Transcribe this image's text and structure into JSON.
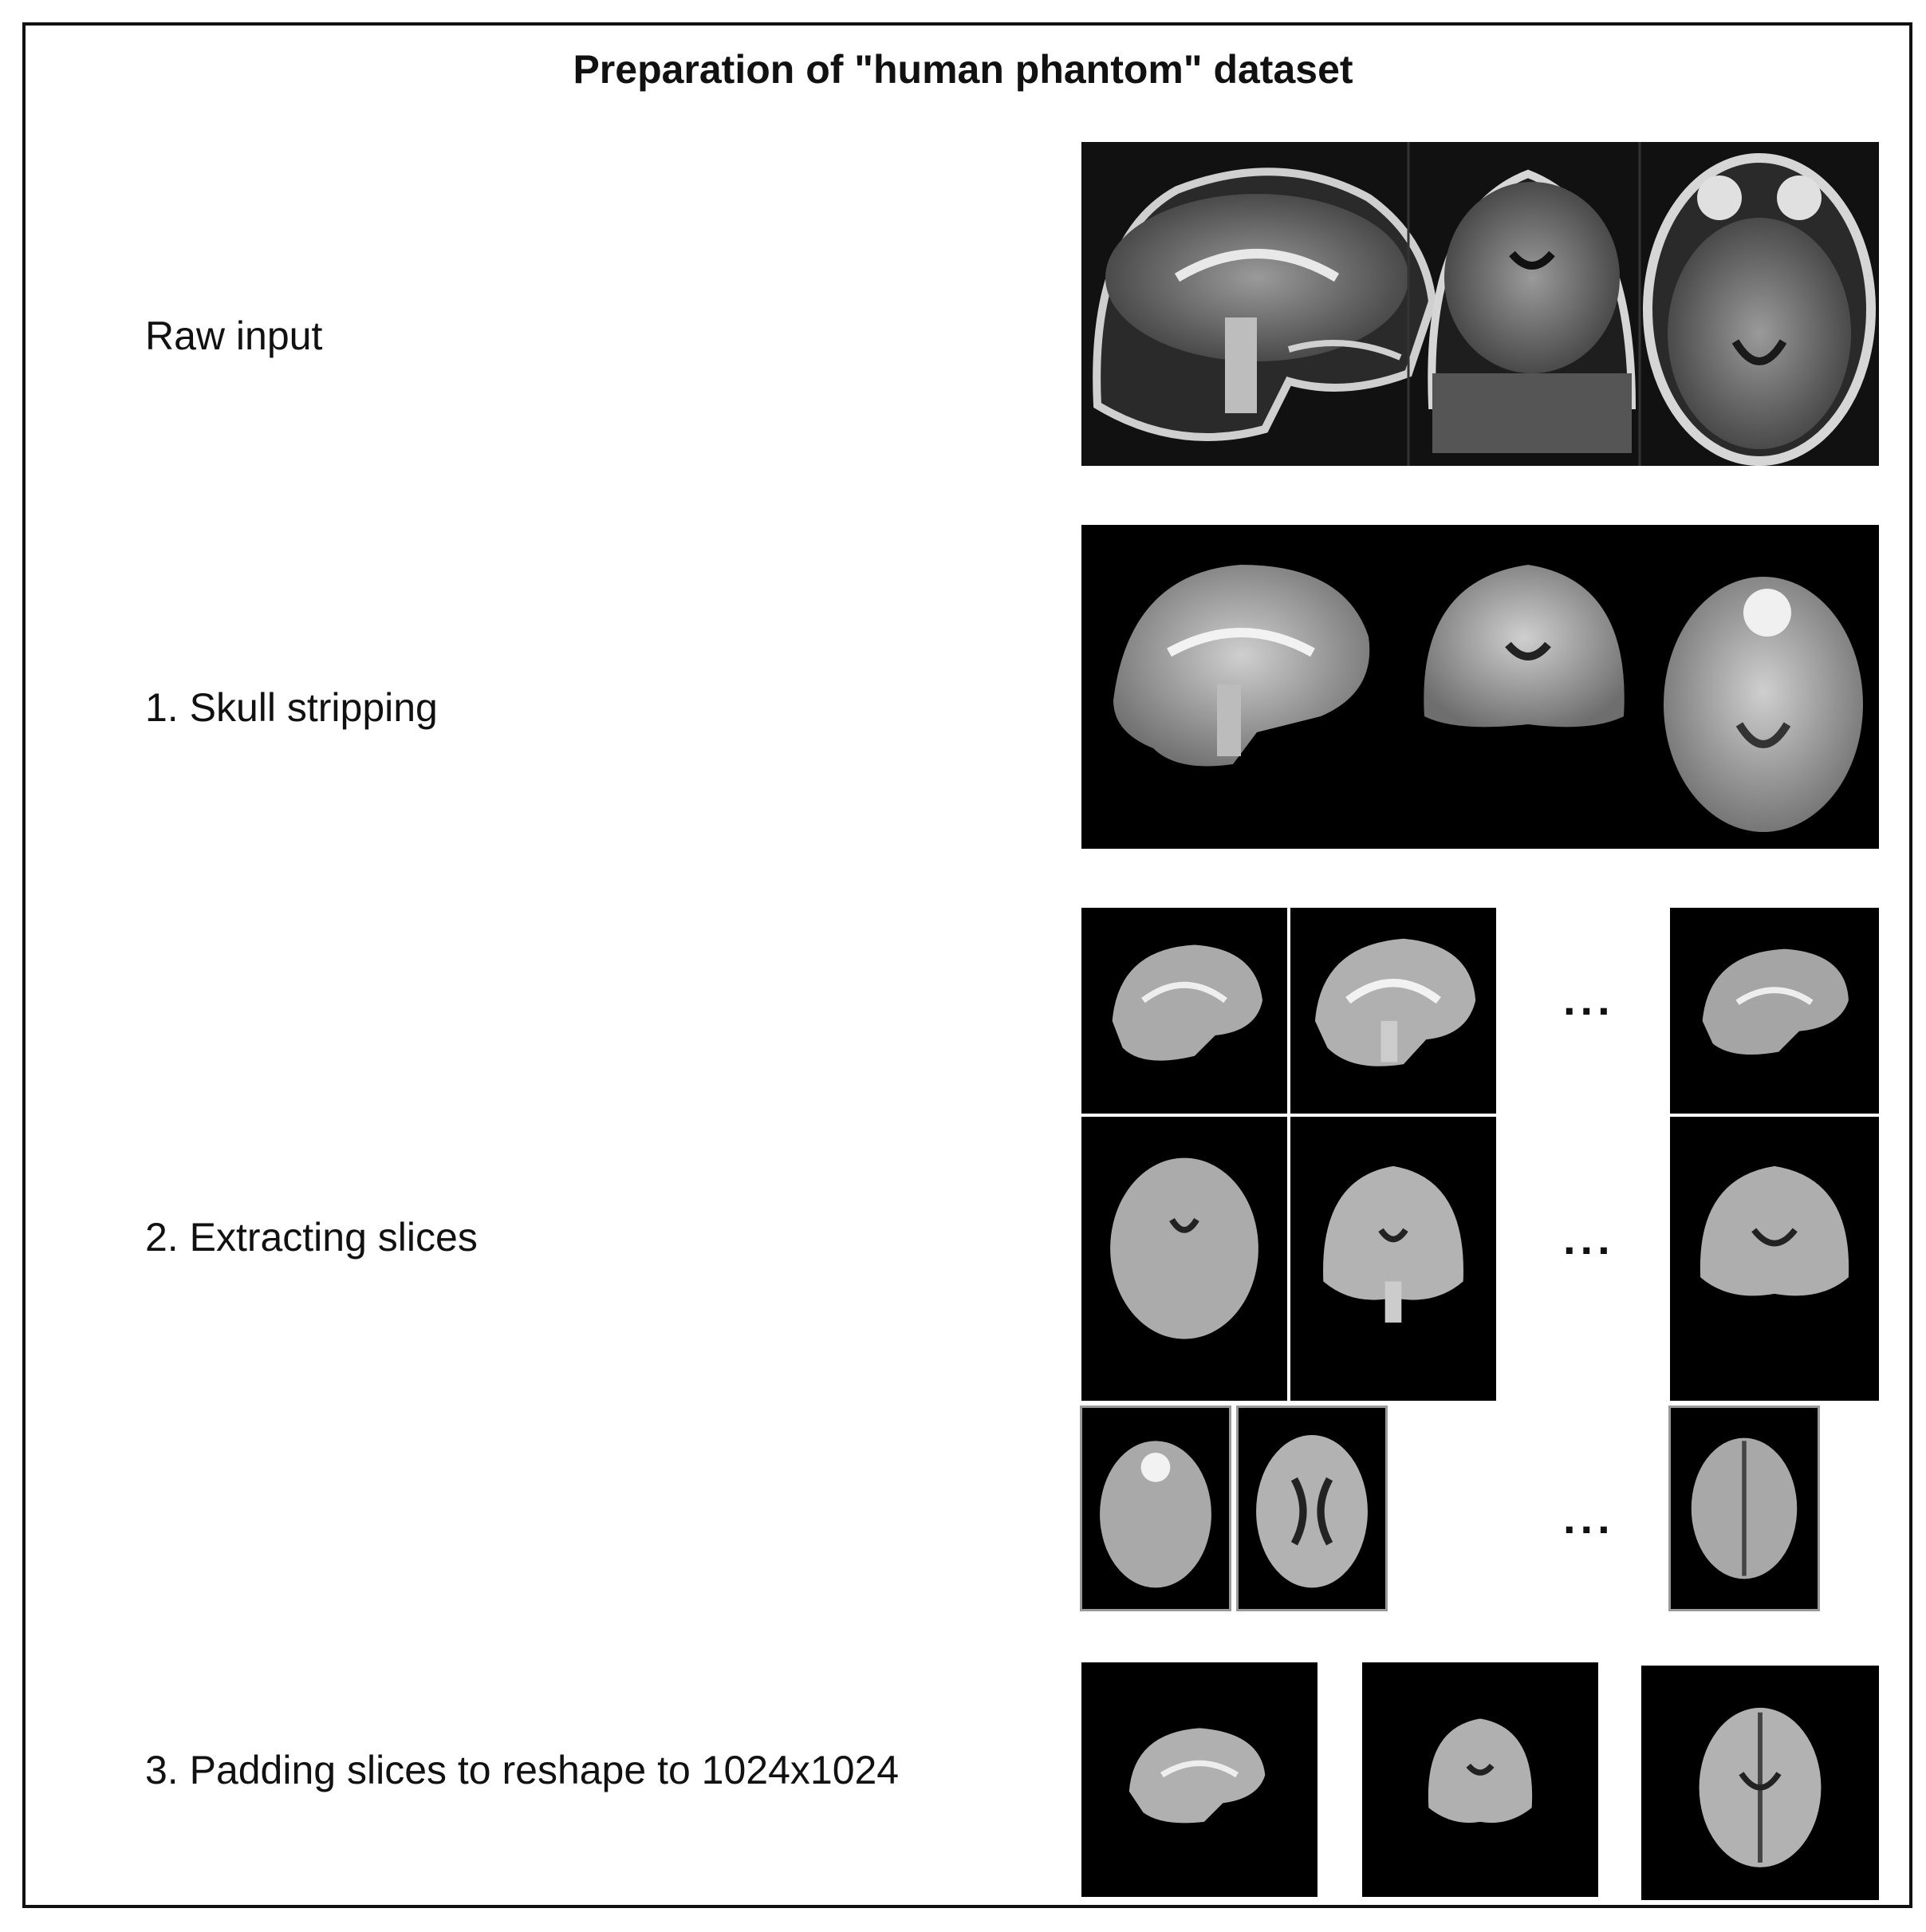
{
  "title": "Preparation of \"human phantom\" dataset",
  "steps": [
    {
      "label": "Raw input"
    },
    {
      "label": "1. Skull stripping"
    },
    {
      "label": "2. Extracting slices"
    },
    {
      "label": "3. Padding slices to reshape to 1024x1024"
    }
  ],
  "ellipsis": "...",
  "colors": {
    "background": "#ffffff",
    "panel": "#000000",
    "tissue_light": "#d9d9d9",
    "tissue_dark": "#5a5a5a"
  },
  "icons": [
    "mri-sagittal-slice",
    "mri-coronal-slice",
    "mri-axial-slice"
  ]
}
